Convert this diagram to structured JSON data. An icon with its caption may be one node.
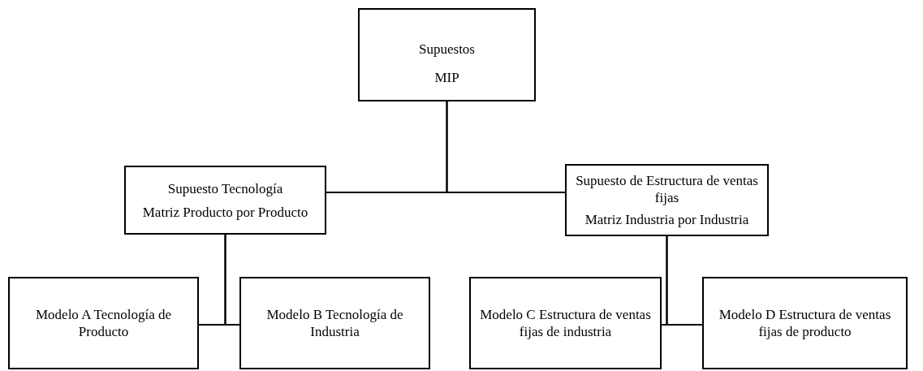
{
  "diagram": {
    "nodes": [
      {
        "text": [
          "Supuestos",
          "MIP"
        ]
      },
      {
        "text": [
          "Supuesto Tecnología",
          "Matriz Producto por Producto"
        ]
      },
      {
        "text": [
          "Supuesto de Estructura de ventas fijas",
          "Matriz Industria por Industria"
        ]
      },
      {
        "text": [
          "Modelo A Tecnología de Producto"
        ]
      },
      {
        "text": [
          "Modelo B Tecnología de Industria"
        ]
      },
      {
        "text": [
          "Modelo C Estructura de ventas fijas de industria"
        ]
      },
      {
        "text": [
          "Modelo D Estructura de ventas fijas de producto"
        ]
      }
    ],
    "edges": [
      {
        "from": 0,
        "to": 1,
        "arrow": "none"
      },
      {
        "from": 0,
        "to": 2,
        "arrow": "none"
      },
      {
        "from": 1,
        "to": 3,
        "arrow": "none"
      },
      {
        "from": 1,
        "to": 4,
        "arrow": "none"
      },
      {
        "from": 2,
        "to": 5,
        "arrow": "none"
      },
      {
        "from": 2,
        "to": 6,
        "arrow": "none"
      }
    ]
  }
}
